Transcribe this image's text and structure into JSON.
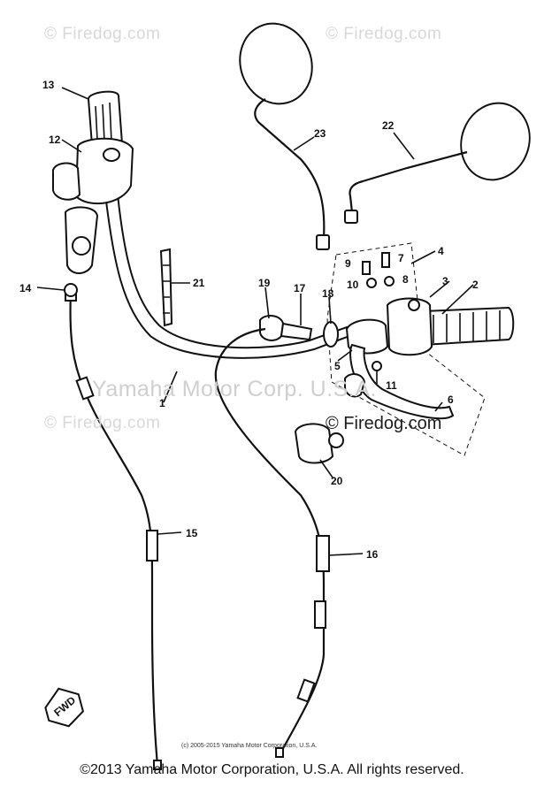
{
  "watermarks": {
    "corner_tl": "© Firedog.com",
    "corner_tr": "© Firedog.com",
    "middle_left": "© Firedog.com",
    "middle_big": "Yamaha Motor Corp. U.S.A.",
    "middle_right": "© Firedog.com"
  },
  "callouts": [
    "13",
    "12",
    "23",
    "22",
    "4",
    "9",
    "7",
    "10",
    "8",
    "3",
    "2",
    "21",
    "19",
    "17",
    "18",
    "14",
    "5",
    "11",
    "1",
    "6",
    "20",
    "15",
    "16"
  ],
  "fwd_label": "FWD",
  "small_copyright": "(c) 2005-2015 Yamaha Motor Corporation, U.S.A.",
  "footer": "©2013 Yamaha Motor Corporation, U.S.A. All rights reserved."
}
